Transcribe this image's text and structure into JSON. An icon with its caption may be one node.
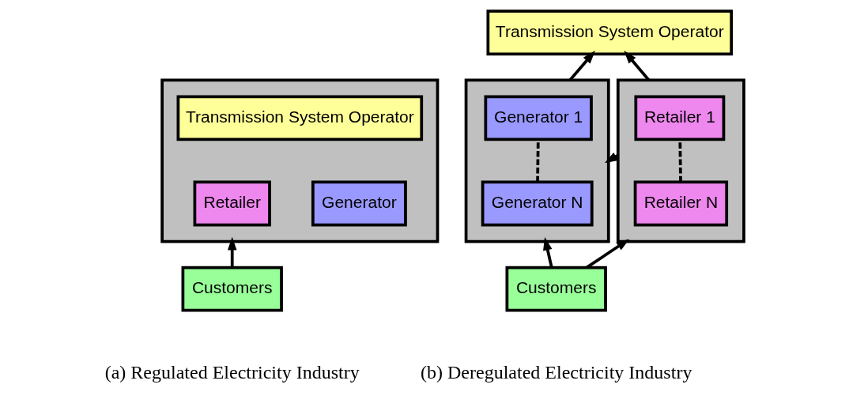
{
  "diagram": {
    "nodes": [
      {
        "text": [],
        "shape": "box"
      },
      {
        "text": [
          "Transmission System Operator"
        ],
        "in": 0
      },
      {
        "text": [
          "Generator"
        ],
        "in": 0
      },
      {
        "text": [
          "Retailer"
        ],
        "in": 0
      },
      {
        "text": [
          "Customers"
        ]
      },
      {
        "text": [
          "Transmission System Operator"
        ]
      },
      {
        "text": [],
        "shape": "box"
      },
      {
        "text": [
          "Generator 1"
        ],
        "in": 6
      },
      {
        "text": [
          "Generator N"
        ],
        "in": 6
      },
      {
        "text": [],
        "shape": "box"
      },
      {
        "text": [
          "Retailer 1"
        ],
        "in": 9
      },
      {
        "text": [
          "Retailer N"
        ],
        "in": 9
      },
      {
        "text": [
          "Customers"
        ]
      }
    ],
    "edges": [
      {
        "from": 4,
        "to": 0,
        "arrow": "to"
      },
      {
        "from": 6,
        "to": 5,
        "arrow": "to"
      },
      {
        "from": 9,
        "to": 5,
        "arrow": "to"
      },
      {
        "from": 8,
        "to": 7,
        "arrow": "none",
        "style": "dashed"
      },
      {
        "from": 11,
        "to": 10,
        "arrow": "none",
        "style": "dashed"
      },
      {
        "from": 9,
        "to": 6,
        "arrow": "to"
      },
      {
        "from": 12,
        "to": 9,
        "arrow": "to"
      },
      {
        "from": 12,
        "to": 6,
        "arrow": "to"
      }
    ],
    "labels": [
      "(a) Regulated Electricity Industry",
      "(b) Deregulated Electricity Industry"
    ]
  }
}
